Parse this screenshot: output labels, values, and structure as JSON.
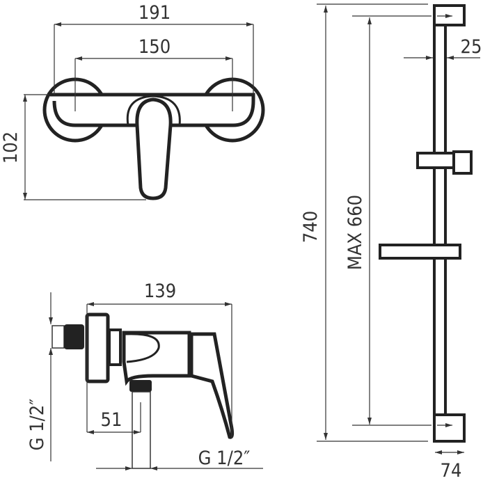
{
  "drawing": {
    "front_view": {
      "width_overall": "191",
      "center_distance": "150",
      "height": "102"
    },
    "side_view": {
      "depth": "139",
      "outlet_offset": "51",
      "inlet_thread": "G 1/2″",
      "outlet_thread": "G 1/2″"
    },
    "shower_rail": {
      "overall_length": "740",
      "max_slider_travel": "MAX 660",
      "rail_width": "25",
      "bracket_depth": "74"
    }
  }
}
